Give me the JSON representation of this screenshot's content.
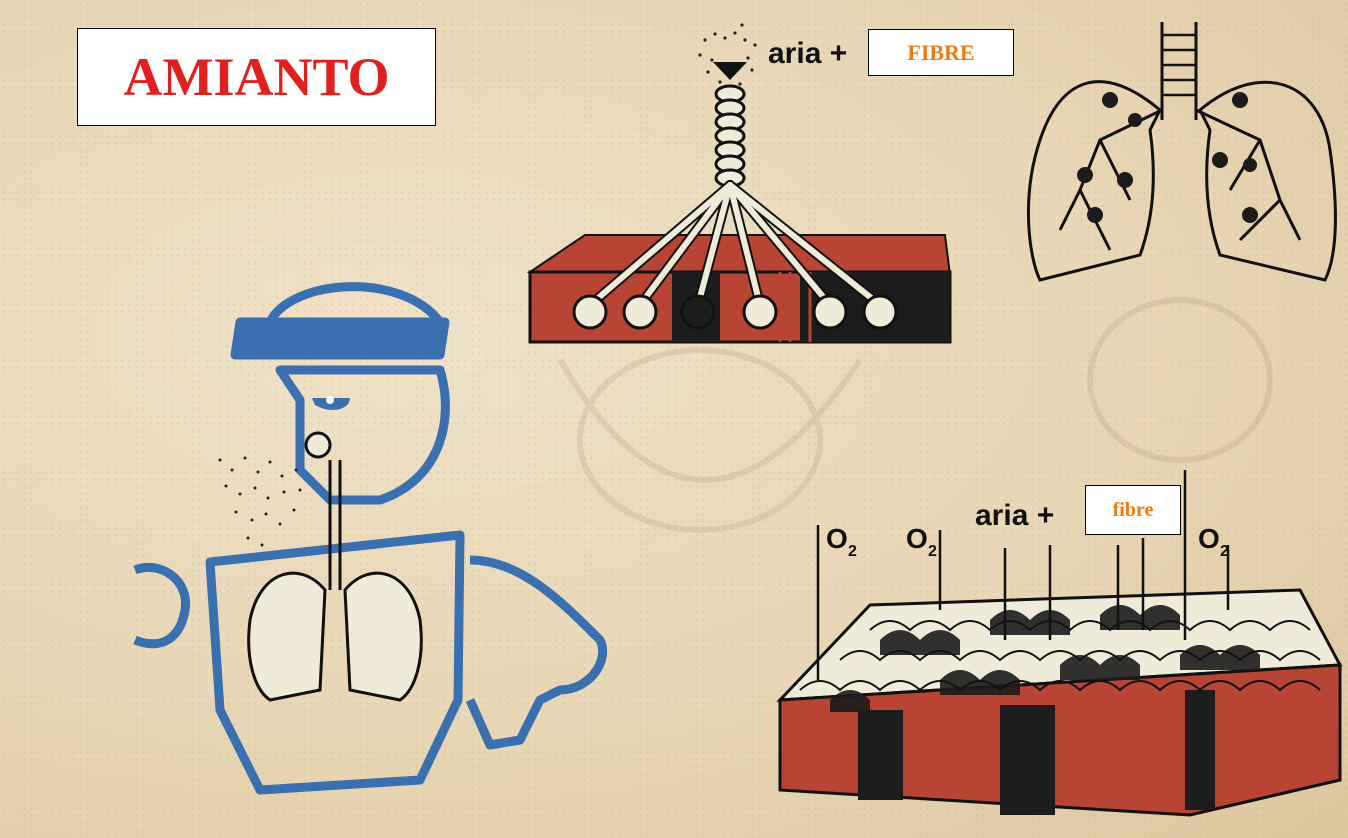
{
  "title": "AMIANTO",
  "top_label": {
    "aria": "aria +",
    "boxed": "FIBRE"
  },
  "bottom_label": {
    "aria": "aria +",
    "boxed": "fibre"
  },
  "oxygen_labels": [
    "O",
    "O",
    "O"
  ],
  "oxygen_subscript": "2",
  "colors": {
    "title_text": "#e0201e",
    "fibre_text": "#f07a10",
    "outline_blue": "#3a6fb0",
    "brick_red": "#b84434",
    "dark": "#1c1c1c"
  }
}
